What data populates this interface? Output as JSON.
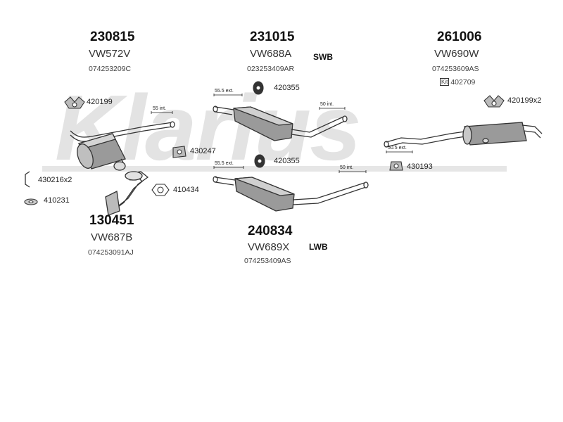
{
  "watermark": "Klarius",
  "groups": [
    {
      "id": "g230815",
      "part": "230815",
      "vw": "VW572V",
      "oem": "074253209C"
    },
    {
      "id": "g231015",
      "part": "231015",
      "vw": "VW688A",
      "oem": "023253409AR"
    },
    {
      "id": "g261006",
      "part": "261006",
      "vw": "VW690W",
      "oem": "074253609AS"
    },
    {
      "id": "g130451",
      "part": "130451",
      "vw": "VW687B",
      "oem": "074253091AJ"
    },
    {
      "id": "g240834",
      "part": "240834",
      "vw": "VW689X",
      "oem": "074253409AS"
    }
  ],
  "tags": {
    "swb": "SWB",
    "lwb": "LWB"
  },
  "kit": {
    "badge": "Kit",
    "number": "402709"
  },
  "refs": {
    "r420199": "420199",
    "r420355a": "420355",
    "r420355b": "420355",
    "r430247": "430247",
    "r430216": "430216x2",
    "r410231": "410231",
    "r410434": "410434",
    "r420199x2": "420199x2",
    "r430193": "430193"
  },
  "measurements": {
    "m55int": "55 int.",
    "m555a": "55.5 ext.",
    "m50a": "50 int.",
    "m555b": "55.5 ext.",
    "m50b": "50 int.",
    "m505": "50.5 ext."
  }
}
